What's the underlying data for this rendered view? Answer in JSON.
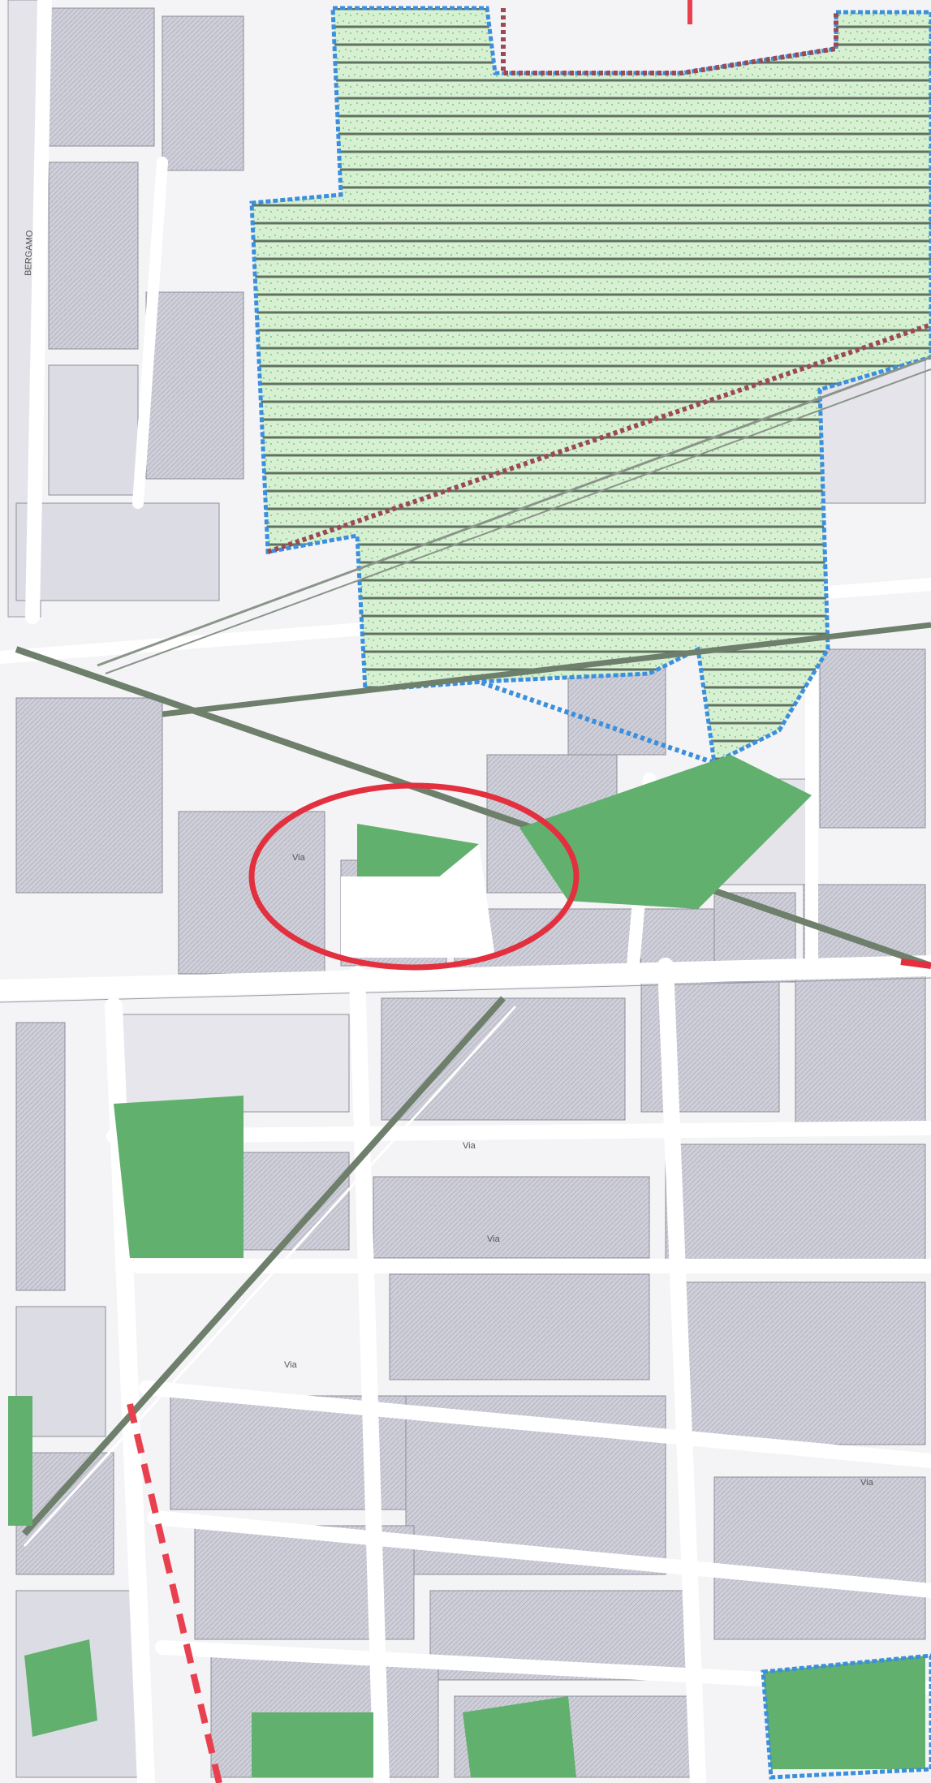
{
  "map": {
    "colors": {
      "background": "#f4f4f6",
      "block_fill": "#dcdce4",
      "block_stroke": "#8e8e98",
      "building_fill": "#c7c7d2",
      "road_fill": "#ffffff",
      "green_area": "#62b06e",
      "hatched_area": "#d8f0d2",
      "hatch_line": "#5f7260",
      "hatch_dots": "#7dc48a",
      "boundary_blue": "#3b8fdc",
      "boundary_maroon": "#9a4a55",
      "rail_line": "#6e7f6c",
      "highlight_circle": "#e2303f",
      "dashed_route": "#e8404e"
    },
    "street_labels": {
      "bergamo": "BERGAMO",
      "via_1": "Via",
      "via_2": "Via",
      "via_3": "Via",
      "via_4": "Via",
      "via_5": "Via"
    },
    "icons": {
      "highlight": "highlight-circle",
      "route": "dashed-route"
    }
  }
}
